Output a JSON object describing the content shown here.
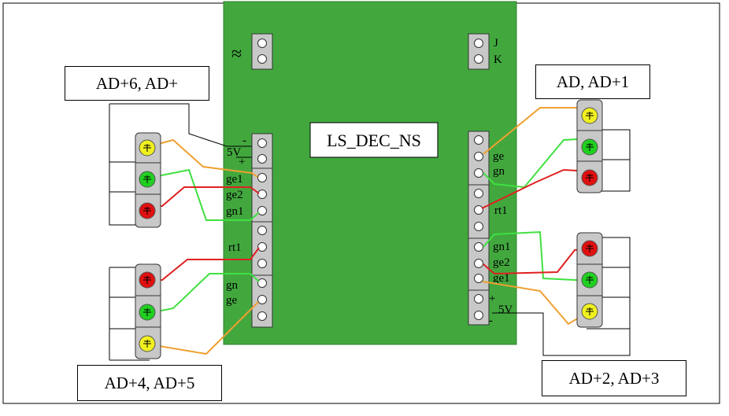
{
  "board": {
    "title": "LS_DEC_NS",
    "colors": {
      "board": "#42a83e",
      "strip": "#c8c8c8",
      "led_red": "#e01010",
      "led_green": "#20d020",
      "led_yellow": "#f0f020",
      "wire_orange": "#f0a030",
      "wire_green": "#40e040",
      "wire_red": "#e02020",
      "wire_black": "#000000"
    }
  },
  "groups": {
    "top_left": "AD+6, AD+",
    "top_right": "AD, AD+1",
    "bottom_left": "AD+4, AD+5",
    "bottom_right": "AD+2, AD+3"
  },
  "terminals": {
    "ac_symbol": "≈",
    "j": "J",
    "k": "K",
    "left_minus": "-",
    "left_5v": "5V",
    "left_plus": "+",
    "left_ge1": "ge1",
    "left_ge2": "ge2",
    "left_gn1": "gn1",
    "left_rt1": "rt1",
    "left_gn": "gn",
    "left_ge": "ge",
    "right_ge": "ge",
    "right_gn": "gn",
    "right_rt1": "rt1",
    "right_gn1": "gn1",
    "right_ge2": "ge2",
    "right_ge1": "ge1",
    "right_plus": "+",
    "right_5v": "5V",
    "right_minus": "-"
  }
}
